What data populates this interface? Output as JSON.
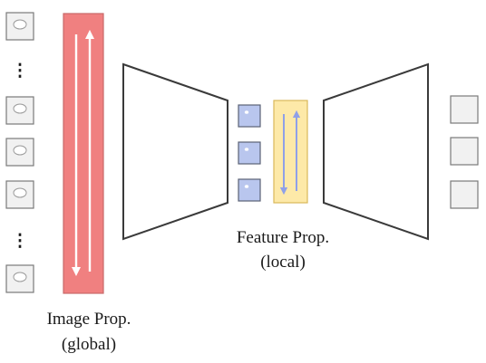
{
  "labels": {
    "image_prop_line1": "Image Prop.",
    "image_prop_line2": "(global)",
    "feature_prop_line1": "Feature Prop.",
    "feature_prop_line2": "(local)"
  },
  "ellipsis": "⋮",
  "colors": {
    "image_prop_fill": "#f08080",
    "image_prop_stroke": "#c96a6a",
    "feature_prop_fill": "#fde9a8",
    "feature_prop_stroke": "#d9b85a",
    "feature_arrow": "#8fa0e8",
    "feature_cell_fill": "#b9c6ee",
    "feature_cell_stroke": "#5a6275",
    "image_cell_fill": "#f1f1f1",
    "cell_stroke": "#7a7a7a",
    "encoder_stroke": "#3a3a3a"
  }
}
